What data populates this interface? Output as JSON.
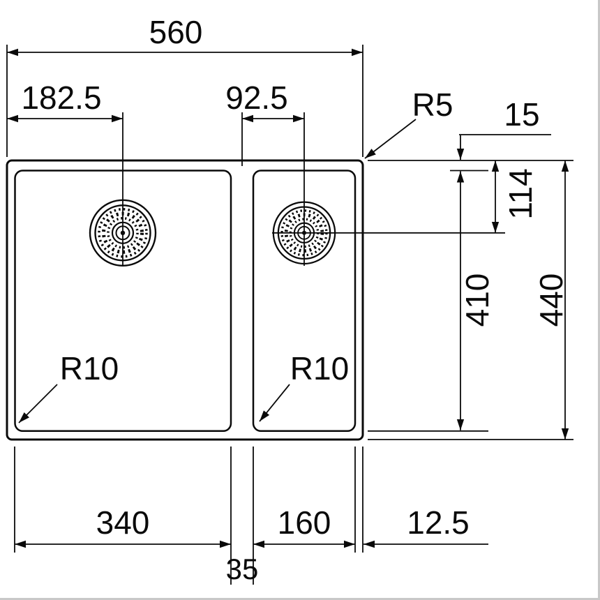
{
  "drawing": {
    "type": "technical-dimension-drawing",
    "subject": "double-bowl sink, top view"
  },
  "labels": {
    "overall_width": "560",
    "left_drain_from_left": "182.5",
    "right_drain_offset": "92.5",
    "outer_corner_radius": "R5",
    "rim_top_inset": "15",
    "drain_center_from_top": "114",
    "bowl_length": "410",
    "overall_depth": "440",
    "left_bowl_corner_radius": "R10",
    "right_bowl_corner_radius": "R10",
    "left_bowl_width": "340",
    "right_bowl_width": "160",
    "divider_width": "35",
    "right_edge_inset": "12.5"
  },
  "colors": {
    "line": "#0a0a0a",
    "background": "#ffffff",
    "edge_artifact": "#c8c8c8"
  }
}
